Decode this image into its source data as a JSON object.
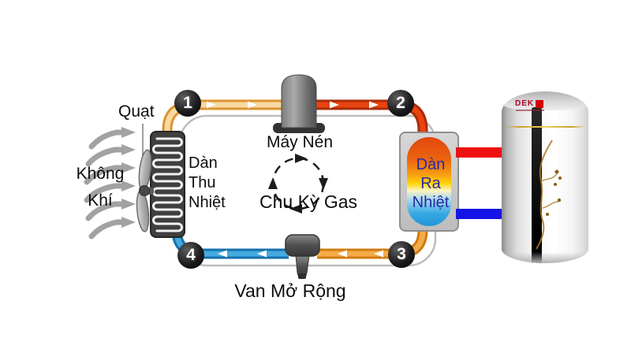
{
  "labels": {
    "fan": "Quạt",
    "air_line1": "Không",
    "air_line2": "Khí",
    "evaporator_line1": "Dàn",
    "evaporator_line2": "Thu",
    "evaporator_line3": "Nhiệt",
    "compressor": "Máy Nén",
    "gas_cycle": "Chu Kỳ Gas",
    "expansion_valve": "Van Mở Rộng",
    "condenser_line1": "Dàn",
    "condenser_line2": "Ra",
    "condenser_line3": "Nhiệt"
  },
  "steps": [
    "1",
    "2",
    "3",
    "4"
  ],
  "tank": {
    "brand": "DEK"
  },
  "colors": {
    "hot_gas_pipe": "#e8430d",
    "warm_gas_pipe": "#f0b060",
    "cold_gas_pipe": "#2da0dc",
    "liquid_line_pipe": "#f09a30",
    "hot_water_pipe": "#ee1010",
    "cold_water_pipe": "#1414e6",
    "step_badge": "#000000",
    "condenser_label_blue": "#2929a3",
    "brand_red": "#b00020"
  }
}
